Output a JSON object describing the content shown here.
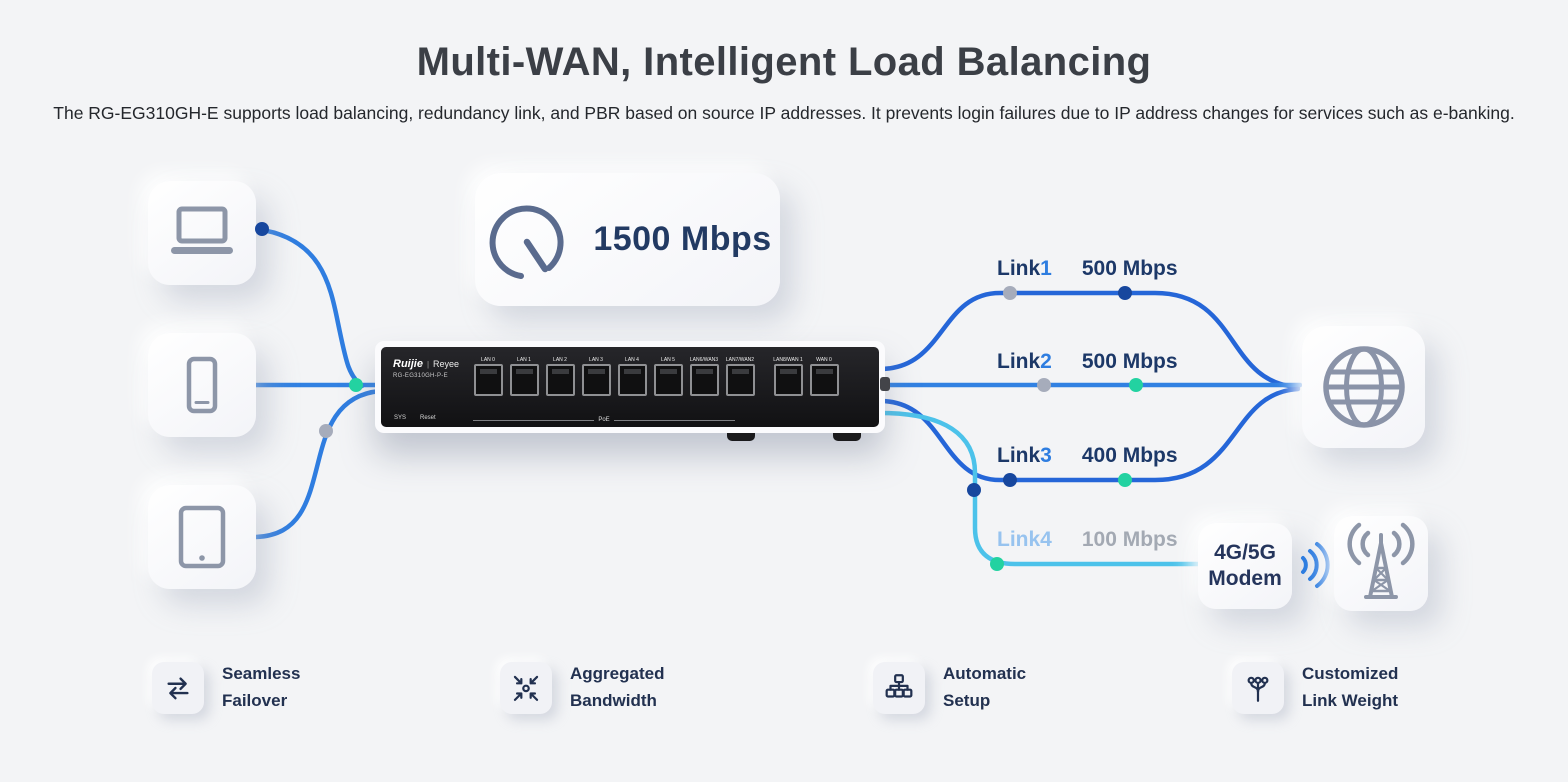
{
  "header": {
    "title": "Multi-WAN, Intelligent Load Balancing",
    "subtitle": "The RG-EG310GH-E supports load balancing, redundancy link, and PBR based on source IP addresses. It prevents login failures due to IP address changes for services such as e-banking."
  },
  "diagram": {
    "speed_badge": "1500 Mbps",
    "router": {
      "brand": "Ruijie",
      "brand_divider": "|",
      "sub_brand": "Reyee",
      "model": "RG-EG310GH-P-E",
      "sys_label": "SYS",
      "reset_label": "Reset",
      "poe_label": "PoE",
      "ports": [
        "LAN 0",
        "LAN 1",
        "LAN 2",
        "LAN 3",
        "LAN 4",
        "LAN 5",
        "LAN6/WAN3",
        "LAN7/WAN2",
        "LAN8/WAN 1",
        "WAN 0"
      ]
    },
    "links": [
      {
        "name": "Link",
        "number": "1",
        "speed": "500 Mbps"
      },
      {
        "name": "Link",
        "number": "2",
        "speed": "500 Mbps"
      },
      {
        "name": "Link",
        "number": "3",
        "speed": "400 Mbps"
      },
      {
        "name": "Link",
        "number": "4",
        "speed": "100 Mbps"
      }
    ],
    "modem": {
      "line1": "4G/5G",
      "line2": "Modem"
    },
    "icons": [
      "laptop-icon",
      "smartphone-icon",
      "tablet-icon",
      "speedometer-icon",
      "globe-icon",
      "wifi-signal-icon",
      "cell-tower-icon"
    ]
  },
  "features": [
    {
      "line1": "Seamless",
      "line2": "Failover",
      "icon": "failover-icon"
    },
    {
      "line1": "Aggregated",
      "line2": "Bandwidth",
      "icon": "aggregate-icon"
    },
    {
      "line1": "Automatic",
      "line2": "Setup",
      "icon": "auto-setup-icon"
    },
    {
      "line1": "Customized",
      "line2": "Link Weight",
      "icon": "link-weight-icon"
    }
  ],
  "colors": {
    "background": "#f3f4f6",
    "line_blue": "#3181e2",
    "line_dark_blue": "#2566d8",
    "line_cyan": "#4cc2ea",
    "dot_green": "#23d2a1",
    "dot_gray": "#a6acbb",
    "dot_dark": "#17479e",
    "text_navy": "#1c3868",
    "link_number_blue": "#2e7de0",
    "muted_link_blue": "#97c3ef",
    "muted_speed_gray": "#a3a9b3",
    "icon_gray": "#8d96a8",
    "feature_navy": "#223150"
  }
}
